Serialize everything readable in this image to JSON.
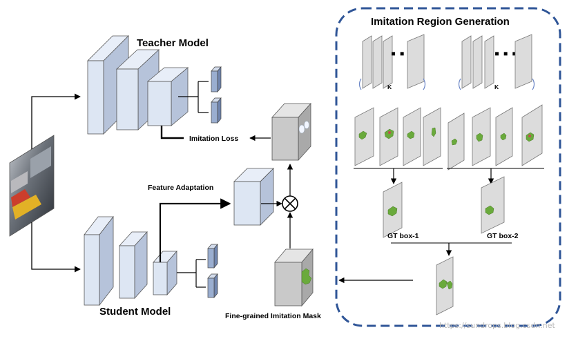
{
  "teacher_model": {
    "title": "Teacher Model"
  },
  "student_model": {
    "title": "Student Model"
  },
  "imitation_loss": {
    "label": "Imitation Loss"
  },
  "feature_adaptation": {
    "label": "Feature Adaptation"
  },
  "mask": {
    "label": "Fine-grained Imitation Mask"
  },
  "region_generation": {
    "title": "Imitation Region Generation",
    "k_label_1": "K",
    "k_label_2": "K",
    "gt_box_1": "GT box-1",
    "gt_box_2": "GT box-2"
  },
  "watermark": "https://sundrops.blog.csdn.net",
  "colors": {
    "layer_fill": "#dde6f3",
    "head_fill": "#9aaed0",
    "region_border": "#2f5597",
    "object_green": "#6aaa3c",
    "feature_gray": "#c9c9c9"
  }
}
